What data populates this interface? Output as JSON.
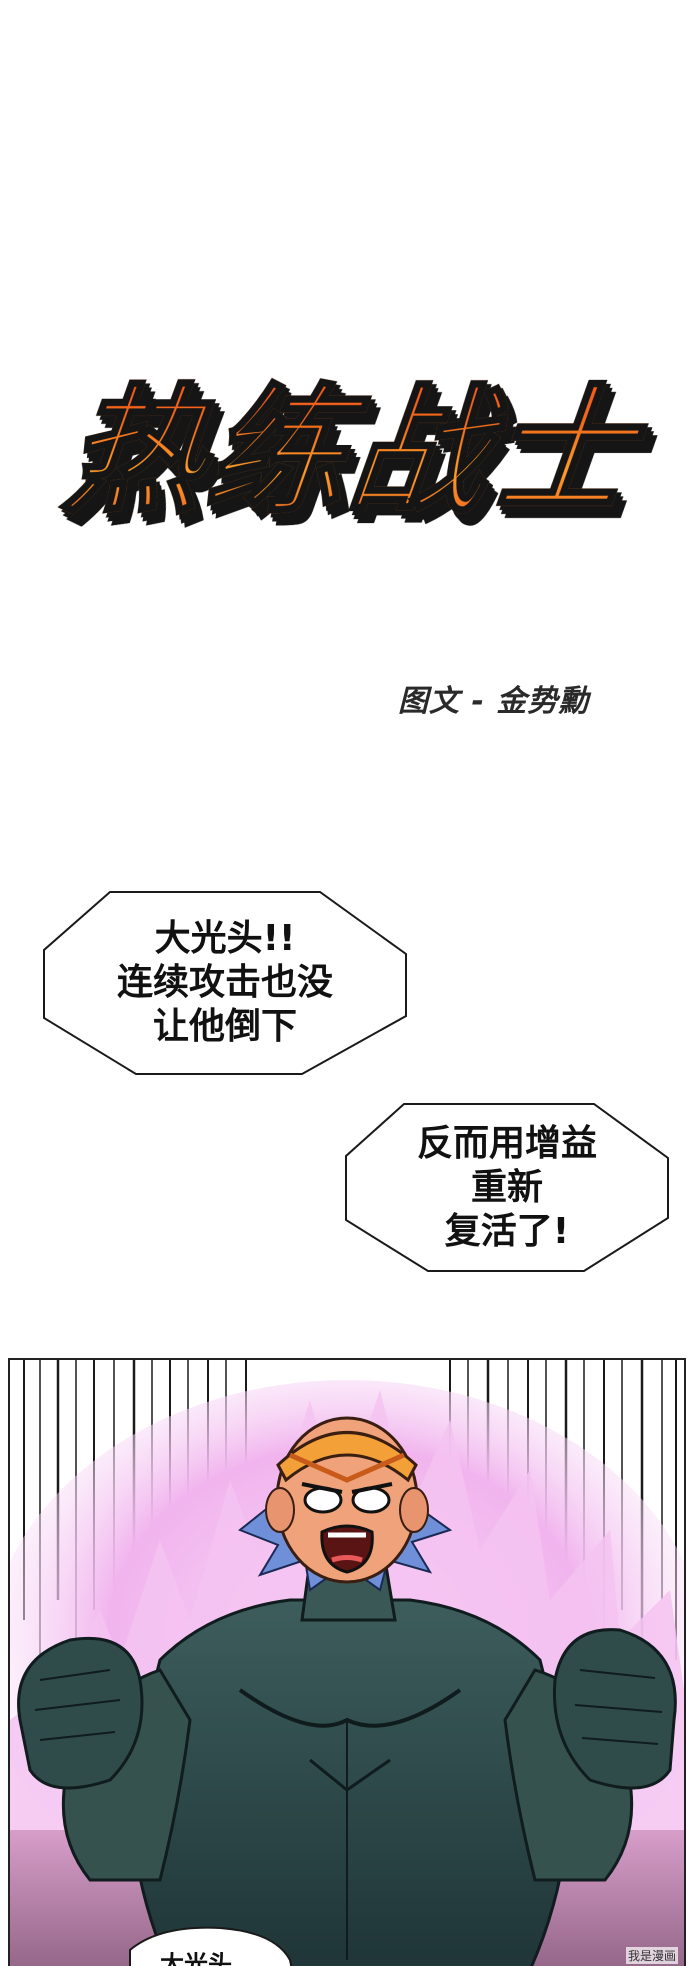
{
  "title": {
    "logo_text": "热练战士"
  },
  "credit": {
    "text": "图文 - 金势勳"
  },
  "bubbles": [
    {
      "lines": [
        "大光头!!",
        "连续攻击也没",
        "让他倒下"
      ]
    },
    {
      "lines": [
        "反而用增益",
        "重新",
        "复活了!"
      ]
    }
  ],
  "panel": {
    "bottom_bubble_partial": "大光头",
    "watermark": "我是漫画"
  },
  "colors": {
    "logo_orange": "#f26a1b",
    "logo_red": "#e6431a",
    "logo_outline": "#151515",
    "aura_pink": "#f3b6ee",
    "body_teal": "#2f4d4f",
    "hair_blue": "#6f8fd8"
  }
}
